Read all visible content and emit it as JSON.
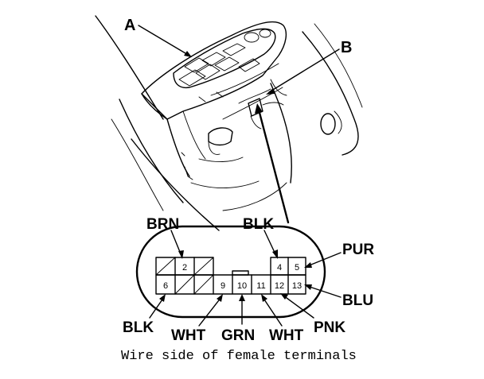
{
  "callouts": {
    "a": "A",
    "b": "B"
  },
  "connector": {
    "upper_row": [
      {
        "pin": "2",
        "wire": "BRN"
      },
      {
        "pin": "4",
        "wire": "BLK"
      },
      {
        "pin": "5",
        "wire": "PUR"
      }
    ],
    "lower_row": [
      {
        "pin": "6",
        "wire": "BLK"
      },
      {
        "pin": "9",
        "wire": "WHT"
      },
      {
        "pin": "10",
        "wire": "GRN"
      },
      {
        "pin": "11",
        "wire": "WHT"
      },
      {
        "pin": "12",
        "wire": "PNK"
      },
      {
        "pin": "13",
        "wire": "BLU"
      }
    ]
  },
  "caption": "Wire side of female terminals"
}
